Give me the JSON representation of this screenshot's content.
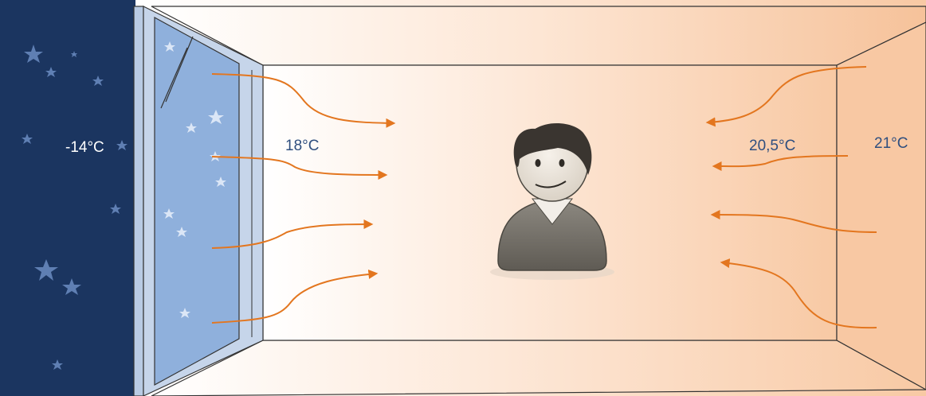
{
  "labels": {
    "outside_temp": "-14°C",
    "window_surface_temp": "18°C",
    "room_air_temp": "20,5°C",
    "wall_surface_temp": "21°C"
  },
  "colors": {
    "night_sky": "#1b3560",
    "window_glass": "#8fb0dc",
    "window_frame": "#b7c9e3",
    "warm_wall": "#f8c7a1",
    "room_gradient_light": "#ffffff",
    "arrow": "#e3761f",
    "label_text": "#2f4f7f",
    "person_body": "#7b776f",
    "person_hair": "#3a3530"
  },
  "icons": {
    "person": "person-avatar-icon",
    "stars": "star-icon"
  }
}
